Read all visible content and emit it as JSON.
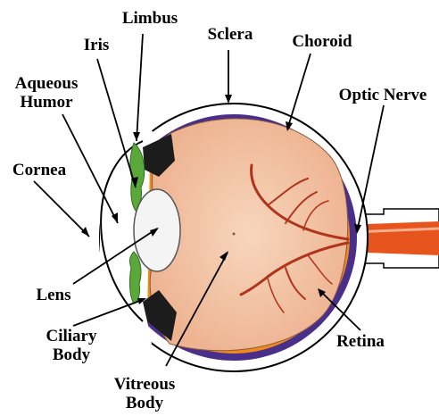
{
  "labels": {
    "limbus": "Limbus",
    "iris": "Iris",
    "aqueous_humor": [
      "Aqueous",
      "Humor"
    ],
    "cornea": "Cornea",
    "sclera": "Sclera",
    "choroid": "Choroid",
    "optic_nerve": "Optic Nerve",
    "lens": "Lens",
    "ciliary_body": [
      "Ciliary",
      "Body"
    ],
    "vitreous_body": [
      "Vitreous",
      "Body"
    ],
    "retina": "Retina"
  },
  "colors": {
    "sclera_fill": "#ffffff",
    "choroid": "#4a2f8a",
    "retina": "#f08a1c",
    "vitreous": "#f3c7a8",
    "iris": "#5aa83a",
    "ciliary": "#1c1c1c",
    "optic_nerve": "#e8541e",
    "vessels": "#b0341a",
    "lens": "#f4f4f4",
    "outline": "#000000"
  }
}
